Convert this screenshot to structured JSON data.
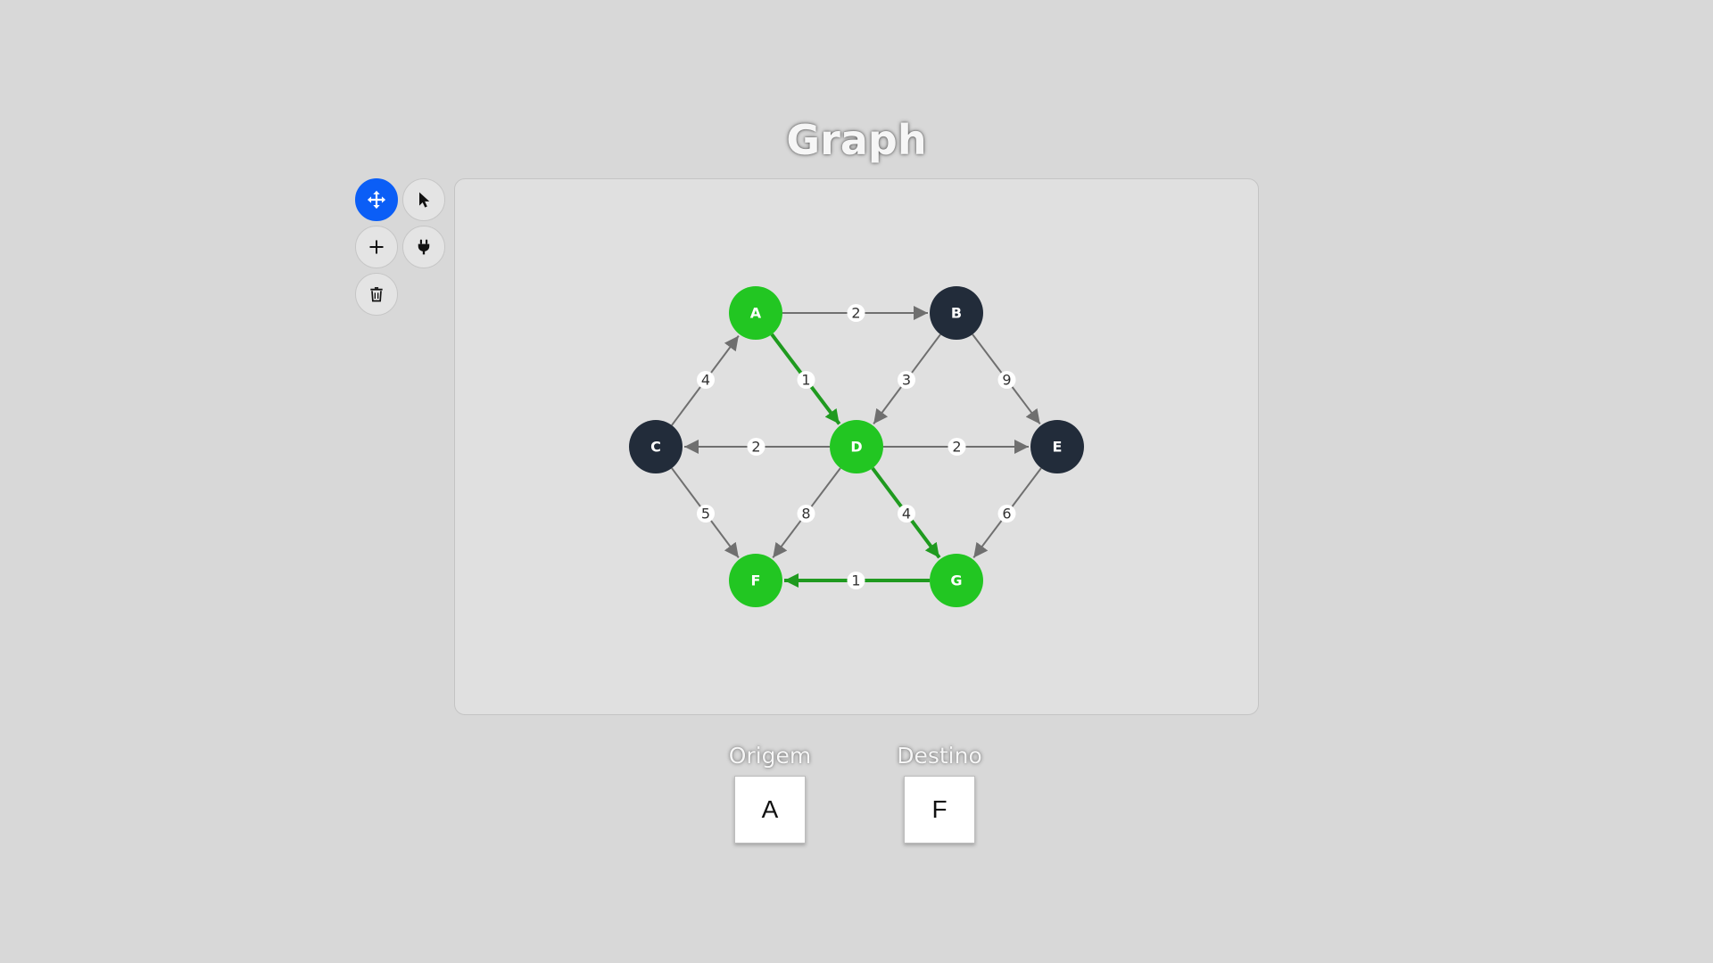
{
  "title": "Graph",
  "toolbar": {
    "buttons": [
      {
        "id": "move",
        "icon": "move-arrows-icon",
        "active": true
      },
      {
        "id": "select",
        "icon": "cursor-pointer-icon",
        "active": false
      },
      {
        "id": "add",
        "icon": "plus-icon",
        "active": false
      },
      {
        "id": "connect",
        "icon": "plug-icon",
        "active": false
      },
      {
        "id": "delete",
        "icon": "trash-icon",
        "active": false
      }
    ]
  },
  "colors": {
    "path_node": "#22c622",
    "default_node": "#222c3a",
    "path_edge": "#1f9a1f",
    "default_edge": "#6f6f6f",
    "active_tool": "#0b5ef6"
  },
  "graph": {
    "nodes": [
      {
        "id": "A",
        "on_path": true
      },
      {
        "id": "B",
        "on_path": false
      },
      {
        "id": "C",
        "on_path": false
      },
      {
        "id": "D",
        "on_path": true
      },
      {
        "id": "E",
        "on_path": false
      },
      {
        "id": "F",
        "on_path": true
      },
      {
        "id": "G",
        "on_path": true
      }
    ],
    "edges": [
      {
        "from": "A",
        "to": "B",
        "weight": "2",
        "on_path": false
      },
      {
        "from": "A",
        "to": "D",
        "weight": "1",
        "on_path": true
      },
      {
        "from": "B",
        "to": "D",
        "weight": "3",
        "on_path": false
      },
      {
        "from": "B",
        "to": "E",
        "weight": "9",
        "on_path": false
      },
      {
        "from": "C",
        "to": "A",
        "weight": "4",
        "on_path": false
      },
      {
        "from": "D",
        "to": "C",
        "weight": "2",
        "on_path": false
      },
      {
        "from": "D",
        "to": "E",
        "weight": "2",
        "on_path": false
      },
      {
        "from": "C",
        "to": "F",
        "weight": "5",
        "on_path": false
      },
      {
        "from": "D",
        "to": "F",
        "weight": "8",
        "on_path": false
      },
      {
        "from": "D",
        "to": "G",
        "weight": "4",
        "on_path": true
      },
      {
        "from": "E",
        "to": "G",
        "weight": "6",
        "on_path": false
      },
      {
        "from": "G",
        "to": "F",
        "weight": "1",
        "on_path": true
      }
    ]
  },
  "origin": {
    "label": "Origem",
    "value": "A"
  },
  "destination": {
    "label": "Destino",
    "value": "F"
  }
}
